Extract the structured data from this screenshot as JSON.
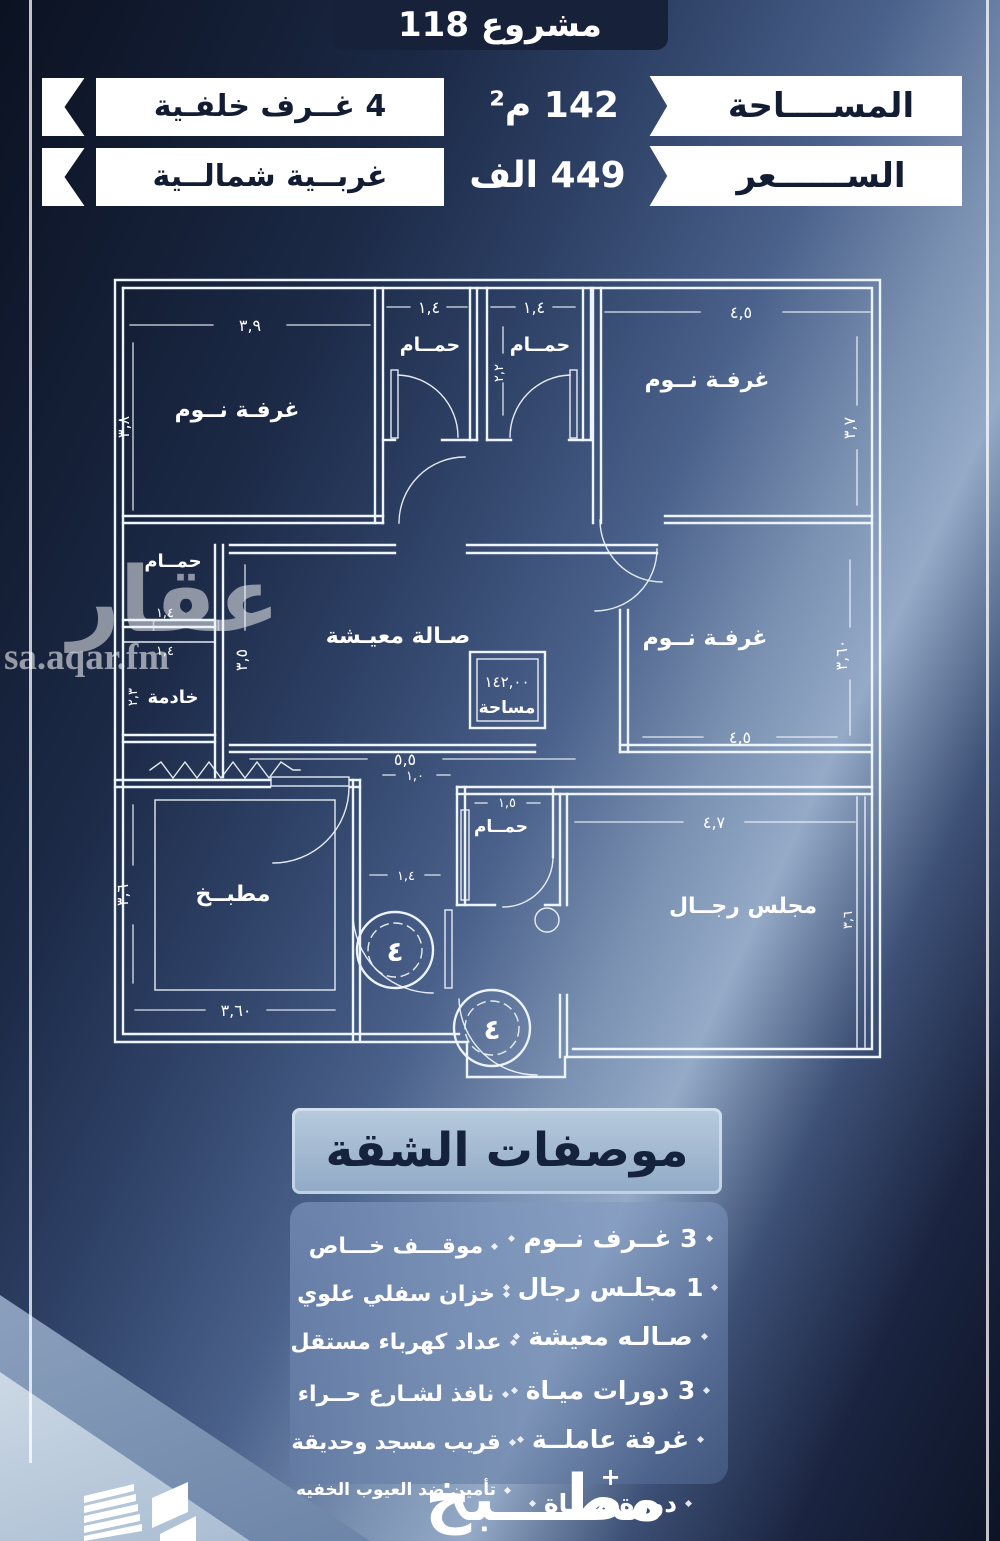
{
  "header": {
    "title": "مشروع 118",
    "left_banners": [
      "4 غــرف خلفـية",
      "غربــية شمالــية"
    ],
    "area_label": "المســــاحة",
    "area_value": "142 م²",
    "price_label": "الســــــعر",
    "price_value": "449 الف"
  },
  "watermark": {
    "brand": "عقار",
    "site": "sa.aqar.fm"
  },
  "plan": {
    "rooms": {
      "bedroom": "غرفـة نــوم",
      "bathroom": "حمــام",
      "living": "صـالة معيـشة",
      "maid": "خادمة",
      "kitchen": "مطبــخ",
      "majlis": "مجلس رجــال"
    },
    "stamp": {
      "value": "١٤٢,٠٠",
      "label": "مساحة"
    },
    "dims": {
      "d39": "٣,٩",
      "d38": "٣,٨",
      "d14": "١,٤",
      "d22": "٢,٢",
      "d45": "٤,٥",
      "d37": "٣,٧",
      "d35": "٣,٥",
      "d23": "٢,٣",
      "d55": "٥,٥",
      "d10": "١,٠",
      "d360": "٣,٦٠",
      "d36": "٣,٦",
      "d47": "٤,٧",
      "d15": "١,٥",
      "door": "٤"
    }
  },
  "specs": {
    "title": "موصفات الشقة",
    "right_column": [
      "3 غــرف نــوم",
      "1 مجلـس رجال",
      "صـالـه معيشة",
      "3 دورات ميـاة",
      "غرفة عاملــة",
      "+",
      "دورة ميــاة"
    ],
    "left_column": [
      "موقـــف خـــاص",
      "خزان سفلي علوي",
      "عداد كهرباء مستقل",
      "نافذ لشـارع حــراء",
      "قريب مسجد وحديقة",
      "تأمين ضد العيوب الخفيه"
    ]
  },
  "footer": {
    "kitchen": "مطـــبخ"
  }
}
